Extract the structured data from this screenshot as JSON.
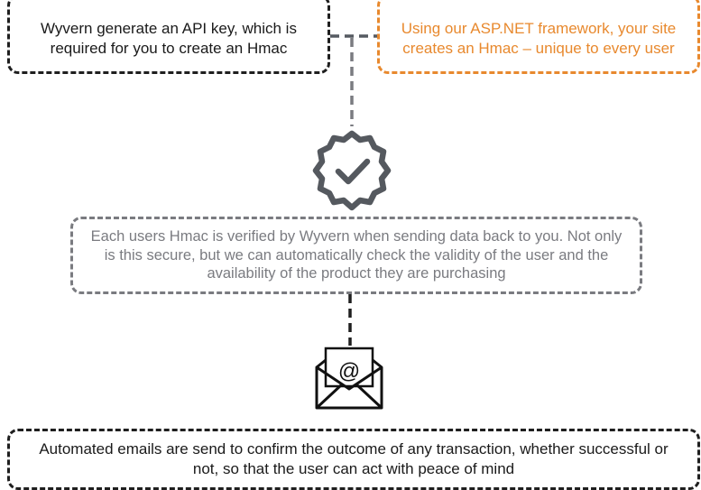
{
  "steps": {
    "api_key": "Wyvern generate an API key, which is required for you to create an Hmac",
    "hmac_creation": "Using our ASP.NET framework, your site creates an Hmac – unique to every user",
    "verification": "Each users Hmac is verified by Wyvern when sending data back to you. Not only is this secure, but we can automatically check the validity of the user and the availability of the product they are purchasing",
    "emails": "Automated emails are send to confirm the outcome of any transaction, whether successful or not, so that the user can act with peace of mind"
  },
  "icons": {
    "verified": "verified-badge-icon",
    "email": "email-envelope-icon",
    "email_symbol": "@"
  },
  "colors": {
    "black": "#1f1f1f",
    "orange": "#e8892e",
    "gray": "#7a7b80"
  }
}
